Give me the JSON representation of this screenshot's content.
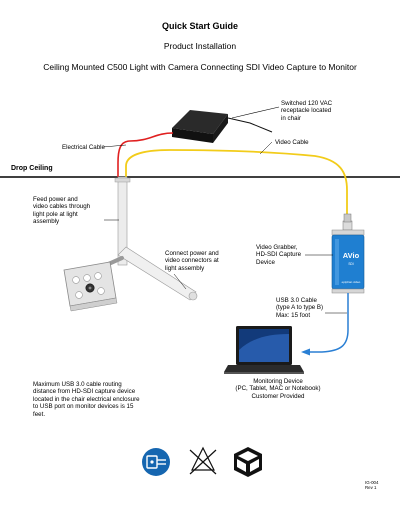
{
  "header": {
    "title": "Quick Start Guide",
    "section": "Product Installation",
    "subtitle": "Ceiling Mounted C500 Light with Camera Connecting SDI Video Capture to Monitor"
  },
  "labels": {
    "switched_power": [
      "Switched 120 VAC",
      "receptacle located",
      "in chair"
    ],
    "electrical_cable": "Electrical Cable",
    "video_cable": "Video Cable",
    "drop_ceiling": "Drop Ceiling",
    "feed_power": [
      "Feed power and",
      "video cables through",
      "light pole at light",
      "assembly"
    ],
    "connect_power": [
      "Connect power and",
      "video connectors at",
      "light assembly"
    ],
    "video_grabber": [
      "Video Grabber,",
      "HD-SDI Capture",
      "Device"
    ],
    "usb_cable": [
      "USB 3.0 Cable",
      "(type A to type B)",
      "Max: 15 foot"
    ],
    "monitoring": [
      "Monitoring Device",
      "(PC, Tablet, MAC or Notebook)",
      "Customer Provided"
    ],
    "max_usb": [
      "Maximum USB 3.0 cable routing",
      "distance from HD-SDI capture device",
      "located in the chair electrical enclosure",
      "to USB port on monitor devices is 15",
      "feet."
    ]
  },
  "device": {
    "brand": "AVio",
    "model": "SDI",
    "maker": "epiphan video"
  },
  "footer": {
    "doc_id": "IG-004",
    "revision": "Rev 1"
  },
  "symbols": [
    "electrical-connection-icon",
    "do-not-recycle-icon",
    "handling-care-icon"
  ],
  "colors": {
    "electrical_cable": "#e02020",
    "video_cable": "#f2cc1a",
    "usb_cable": "#2a7fd4",
    "device_blue": "#1f7fd1",
    "symbol_blue": "#1566b0"
  }
}
